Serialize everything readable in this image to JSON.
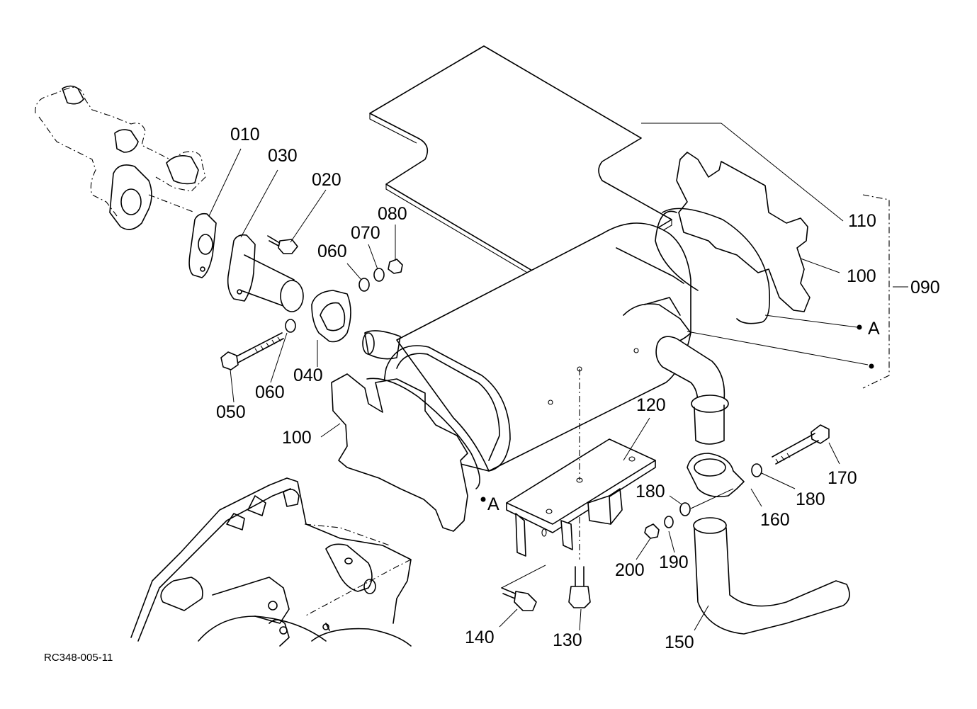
{
  "drawing_code": "RC348-005-11",
  "group_label": "090",
  "callouts": [
    {
      "id": "c010",
      "text": "010"
    },
    {
      "id": "c030",
      "text": "030"
    },
    {
      "id": "c020",
      "text": "020"
    },
    {
      "id": "c080",
      "text": "080"
    },
    {
      "id": "c070",
      "text": "070"
    },
    {
      "id": "c060a",
      "text": "060"
    },
    {
      "id": "c060b",
      "text": "060"
    },
    {
      "id": "c040",
      "text": "040"
    },
    {
      "id": "c050",
      "text": "050"
    },
    {
      "id": "c100a",
      "text": "100"
    },
    {
      "id": "c100b",
      "text": "100"
    },
    {
      "id": "c110",
      "text": "110"
    },
    {
      "id": "c120",
      "text": "120"
    },
    {
      "id": "c130",
      "text": "130"
    },
    {
      "id": "c140",
      "text": "140"
    },
    {
      "id": "c150",
      "text": "150"
    },
    {
      "id": "c160",
      "text": "160"
    },
    {
      "id": "c170",
      "text": "170"
    },
    {
      "id": "c180a",
      "text": "180"
    },
    {
      "id": "c180b",
      "text": "180"
    },
    {
      "id": "c190",
      "text": "190"
    },
    {
      "id": "c200",
      "text": "200"
    }
  ],
  "markers": [
    {
      "id": "mA1",
      "text": "A"
    },
    {
      "id": "mA2",
      "text": "A"
    }
  ]
}
